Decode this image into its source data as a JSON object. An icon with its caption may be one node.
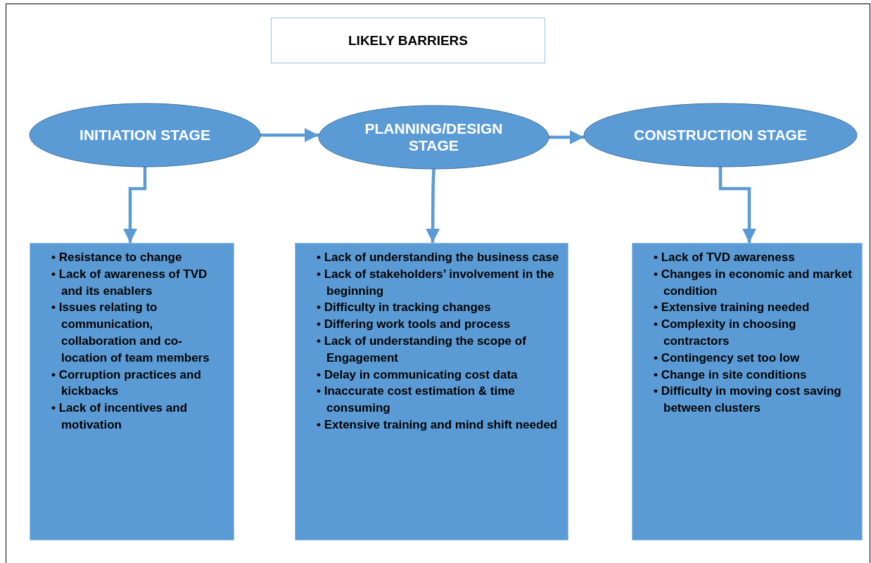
{
  "diagram": {
    "title": "LIKELY BARRIERS",
    "nodes": [
      {
        "text": [
          "INITIATION STAGE"
        ]
      },
      {
        "text": [
          "PLANNING/DESIGN STAGE"
        ]
      },
      {
        "text": [
          "CONSTRUCTION STAGE"
        ]
      },
      {
        "text": [
          "• Resistance to change",
          "• Lack of awareness of TVD and its enablers",
          "• Issues relating to communication, collaboration and co-location of team members",
          "• Corruption practices and kickbacks",
          "• Lack of incentives and motivation"
        ]
      },
      {
        "text": [
          "• Lack of understanding the business case",
          "• Lack of stakeholders’ involvement in the beginning",
          "• Difficulty in tracking changes",
          "• Differing work tools and process",
          "• Lack of understanding the scope of Engagement",
          "• Delay in communicating cost data",
          "• Inaccurate cost estimation & time consuming",
          "• Extensive training and mind shift needed"
        ]
      },
      {
        "text": [
          "• Lack of TVD awareness",
          "• Changes in economic and market condition",
          "• Extensive training needed",
          "• Complexity in choosing contractors",
          "• Contingency set too low",
          "• Change in site conditions",
          "• Difficulty in moving cost saving between clusters"
        ]
      }
    ],
    "edges": [
      {
        "from": 0,
        "to": 1,
        "arrow": "to"
      },
      {
        "from": 1,
        "to": 2,
        "arrow": "to"
      },
      {
        "from": 0,
        "to": 3,
        "arrow": "to"
      },
      {
        "from": 1,
        "to": 4,
        "arrow": "to"
      },
      {
        "from": 2,
        "to": 5,
        "arrow": "to"
      }
    ]
  }
}
